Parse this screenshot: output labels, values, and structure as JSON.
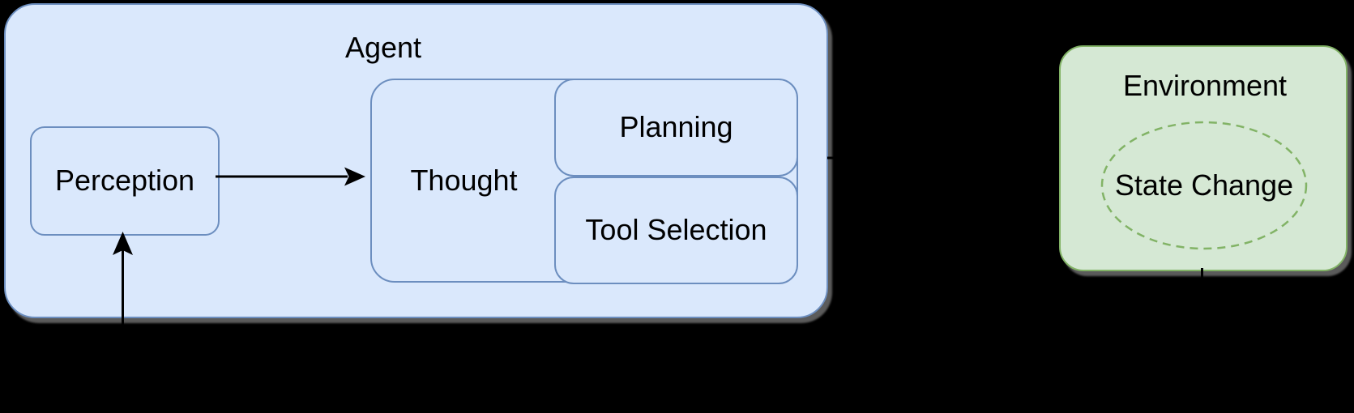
{
  "diagram": {
    "agent": {
      "label": "Agent"
    },
    "perception": {
      "label": "Perception"
    },
    "thought": {
      "label": "Thought"
    },
    "planning": {
      "label": "Planning"
    },
    "tool_selection": {
      "label": "Tool Selection"
    },
    "environment": {
      "label": "Environment"
    },
    "state_change": {
      "label": "State Change"
    }
  },
  "colors": {
    "background": "#000000",
    "agent_fill": "#dae8fc",
    "agent_border": "#6c8ebf",
    "environment_fill": "#d5e8d4",
    "environment_border": "#82b366",
    "arrow": "#000000",
    "text": "#000000"
  }
}
